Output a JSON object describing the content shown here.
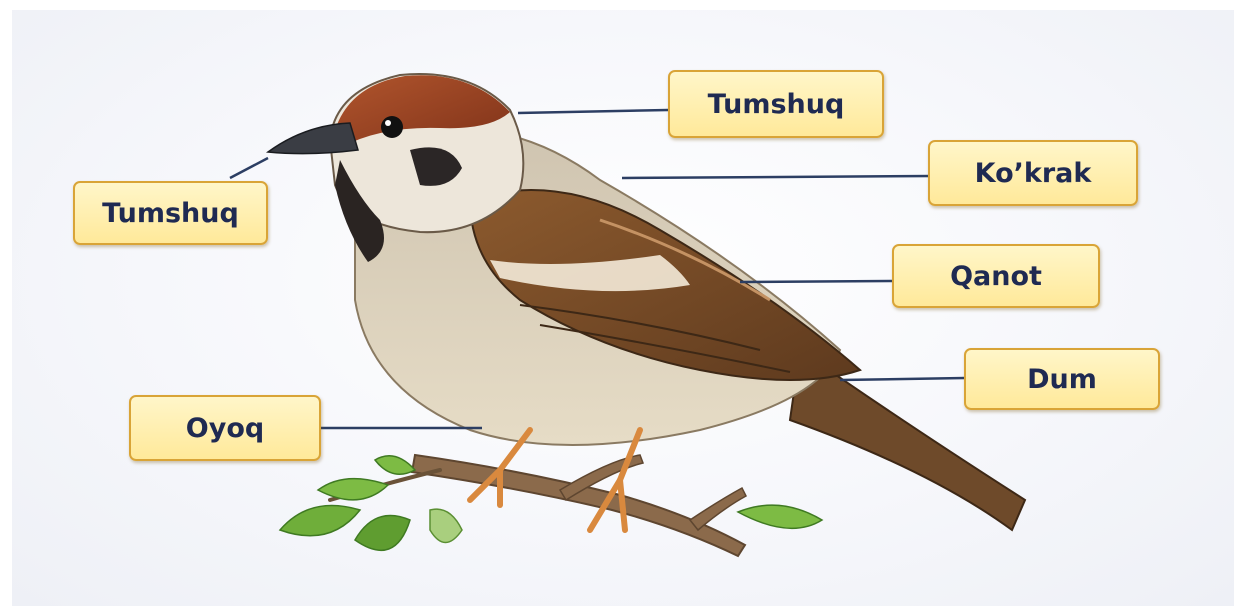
{
  "labels": {
    "beak_left": "Tumshuq",
    "head_top": "Tumshuq",
    "chest": "Ko’krak",
    "wing": "Qanot",
    "tail": "Dum",
    "leg": "Oyoq"
  },
  "colors": {
    "label_fill": "#ffe99a",
    "label_border": "#d9a437",
    "label_text": "#1f2a52",
    "leader_line": "#2c3e63",
    "crown": "#9a3f22",
    "wing": "#7a4a24",
    "belly": "#d9cbb0",
    "legs": "#d9893e",
    "branch": "#8b6a4b",
    "leaves": "#6fae3a"
  },
  "illustration": "sparrow-on-branch"
}
